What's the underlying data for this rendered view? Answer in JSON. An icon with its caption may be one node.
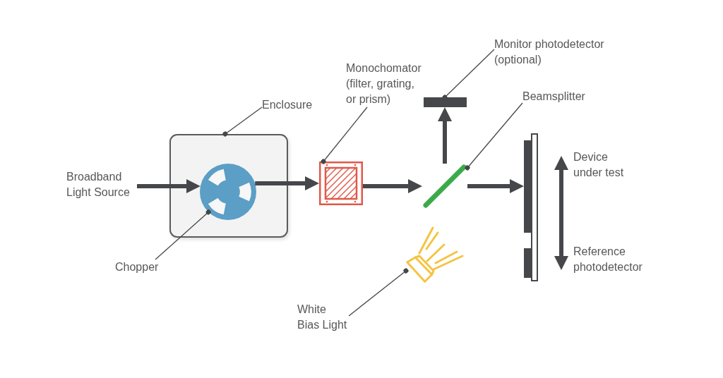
{
  "diagram": {
    "nodes": [
      {
        "text": [
          "Broadband Light Source"
        ]
      },
      {
        "text": [
          "Enclosure"
        ]
      },
      {
        "text": [],
        "shape": "box"
      },
      {
        "text": [],
        "shape": "circle",
        "in": 2
      },
      {
        "text": [
          "Chopper"
        ]
      },
      {
        "text": [
          "Monochomator (filter, grating, or prism)"
        ]
      },
      {
        "text": [],
        "shape": "box"
      },
      {
        "text": [
          "Monitor photodetector (optional)"
        ]
      },
      {
        "text": [],
        "shape": "bar"
      },
      {
        "text": [
          "Beamsplitter"
        ]
      },
      {
        "text": [],
        "shape": "bar"
      },
      {
        "text": [],
        "shape": "bar"
      },
      {
        "text": [],
        "shape": "bar"
      },
      {
        "text": [
          "White Bias Light"
        ]
      },
      {
        "text": [],
        "shape": "picture"
      }
    ],
    "edges": [
      {
        "from": 0,
        "to": 3,
        "arrow": "to",
        "style": "thick"
      },
      {
        "from": 3,
        "to": 6,
        "arrow": "to",
        "style": "thick"
      },
      {
        "from": 6,
        "to": 10,
        "arrow": "to",
        "style": "thick"
      },
      {
        "from": 10,
        "to": 8,
        "arrow": "to",
        "style": "thick"
      },
      {
        "from": 10,
        "to": 11,
        "arrow": "to",
        "style": "thick"
      },
      {
        "from": 1,
        "to": 2,
        "arrow": "other"
      },
      {
        "from": 4,
        "to": 3,
        "arrow": "other"
      },
      {
        "from": 5,
        "to": 6,
        "arrow": "other"
      },
      {
        "from": 7,
        "to": 8,
        "arrow": "other"
      },
      {
        "from": 9,
        "to": 10,
        "arrow": "other"
      },
      {
        "from": 13,
        "to": 14,
        "arrow": "other"
      }
    ],
    "labels": [
      "Device under test",
      "Reference photodetector"
    ]
  }
}
